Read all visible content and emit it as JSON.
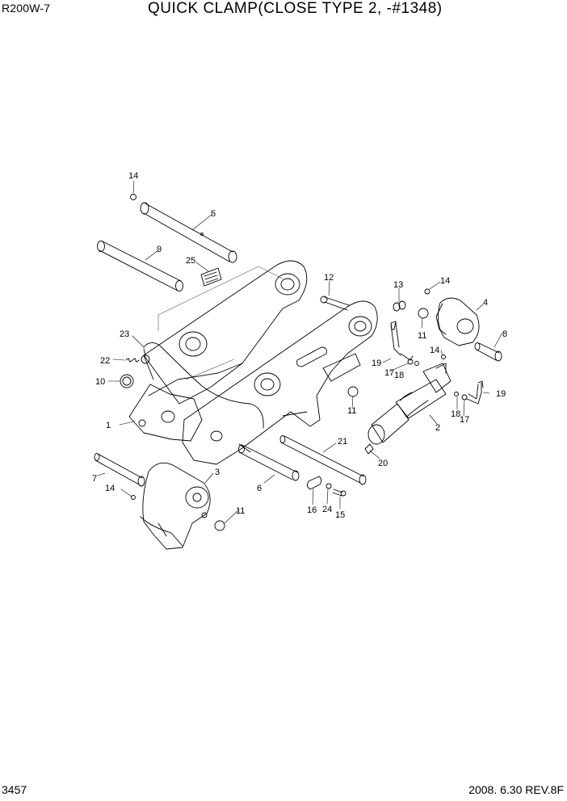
{
  "header": {
    "model": "R200W-7",
    "title": "QUICK CLAMP(CLOSE TYPE 2, -#1348)"
  },
  "footer": {
    "page_number": "3457",
    "date_rev": "2008. 6.30  REV.8F"
  },
  "callouts": {
    "c1": "1",
    "c2": "2",
    "c3": "3",
    "c4": "4",
    "c5": "5",
    "c6": "6",
    "c7": "7",
    "c8": "8",
    "c9": "9",
    "c10": "10",
    "c11a": "11",
    "c11b": "11",
    "c11c": "11",
    "c12": "12",
    "c13": "13",
    "c14a": "14",
    "c14b": "14",
    "c14c": "14",
    "c14d": "14",
    "c15": "15",
    "c16": "16",
    "c17a": "17",
    "c17b": "17",
    "c18a": "18",
    "c18b": "18",
    "c19a": "19",
    "c19b": "19",
    "c20": "20",
    "c21": "21",
    "c22": "22",
    "c23": "23",
    "c24": "24",
    "c25": "25"
  }
}
